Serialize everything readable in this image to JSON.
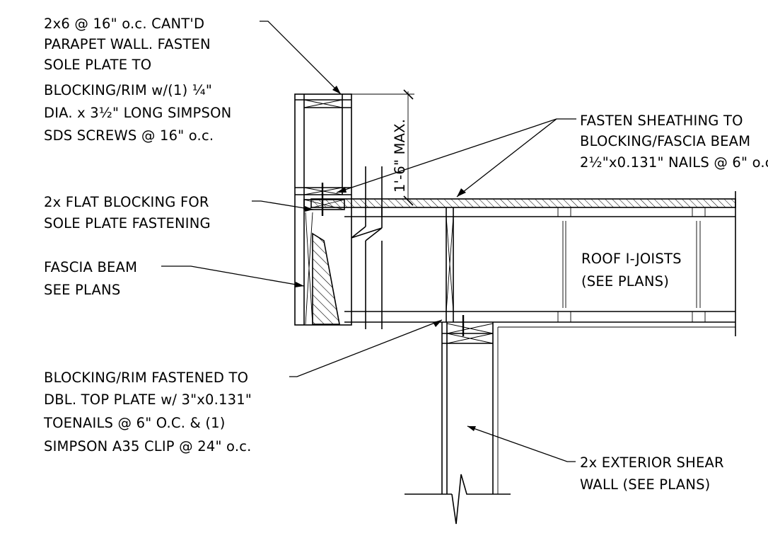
{
  "notes": {
    "parapet": [
      "2x6 @ 16\" o.c. CANT'D",
      "PARAPET WALL.  FASTEN",
      "SOLE PLATE TO",
      "BLOCKING/RIM w/(1) ¼\"",
      "DIA. x 3½\" LONG SIMPSON",
      "SDS SCREWS @ 16\" o.c."
    ],
    "sheathing": [
      "FASTEN SHEATHING TO",
      "BLOCKING/FASCIA BEAM",
      "2½\"x0.131\" NAILS @ 6\" o.c."
    ],
    "flat_blocking": [
      "2x FLAT BLOCKING FOR",
      "SOLE PLATE FASTENING"
    ],
    "fascia": [
      "FASCIA BEAM",
      "SEE PLANS"
    ],
    "joists": [
      "ROOF I-JOISTS",
      "(SEE PLANS)"
    ],
    "rim": [
      "BLOCKING/RIM FASTENED TO",
      "DBL. TOP PLATE w/ 3\"x0.131\"",
      "TOENAILS @ 6\" O.C. & (1)",
      "SIMPSON A35 CLIP @ 24\" o.c."
    ],
    "shear_wall": [
      "2x EXTERIOR SHEAR",
      "WALL (SEE PLANS)"
    ]
  },
  "dimension": "1'-6\" MAX."
}
